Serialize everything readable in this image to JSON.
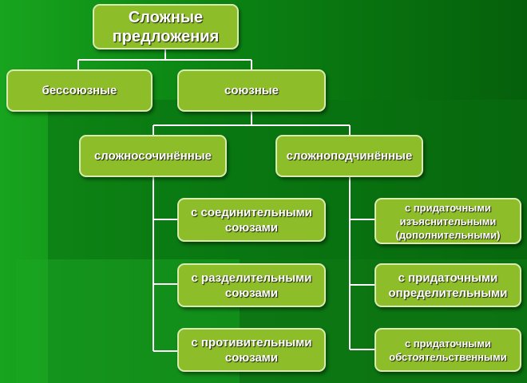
{
  "diagram": {
    "root": "Сложные\nпредложения",
    "nonconjunctive": "бессоюзные",
    "conjunctive": "союзные",
    "compound": "сложносочинённые",
    "complex": "сложноподчинённые",
    "compound_types": [
      "с соединительными\nсоюзами",
      "с разделительными\nсоюзами",
      "с противительными\nсоюзами"
    ],
    "complex_types": [
      "с придаточными\nизъяснительными\n(дополнительными)",
      "с придаточными\nопределительными",
      "с придаточными\nобстоятельственными"
    ]
  },
  "colors": {
    "background": "#0a7a12",
    "node_fill": "#8ebd2a",
    "node_border": "#d8ecb0",
    "connector": "#ffffff"
  }
}
